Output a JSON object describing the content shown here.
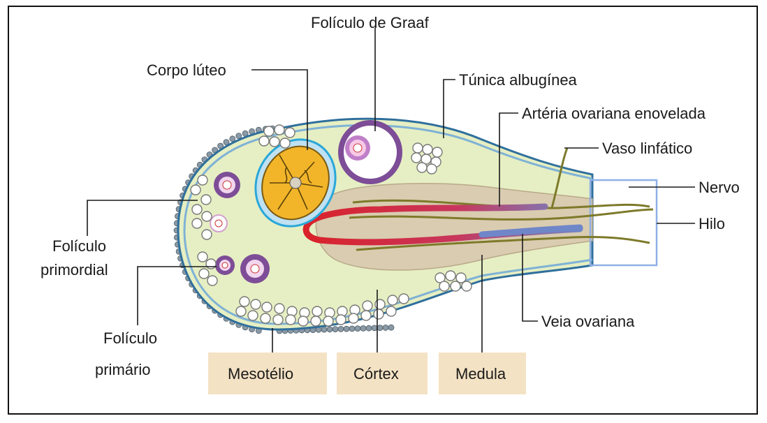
{
  "labels": {
    "graaf": "Folículo de Graaf",
    "corpo": "Corpo lúteo",
    "tunica": "Túnica albugínea",
    "arteria": "Artéria ovariana enovelada",
    "vaso": "Vaso linfático",
    "nervo": "Nervo",
    "hilo": "Hilo",
    "primordial_1": "Folículo",
    "primordial_2": "primordial",
    "primario_1": "Folículo",
    "primario_2": "primário",
    "veia": "Veia ovariana"
  },
  "boxes": {
    "mesotelio": "Mesotélio",
    "cortex": "Córtex",
    "medula": "Medula"
  },
  "colors": {
    "cortex_fill": "#e6efc3",
    "medulla_fill": "#d9ccb0",
    "capsule_stroke": "#2f6f9c",
    "artery": "#d9222a",
    "vein": "#6f86c8",
    "follicle_ring": "#7d4d97",
    "corpus_yellow": "#f2b52a",
    "box_fill": "#f4e2c4",
    "hilum_box": "#8fb0e6"
  }
}
